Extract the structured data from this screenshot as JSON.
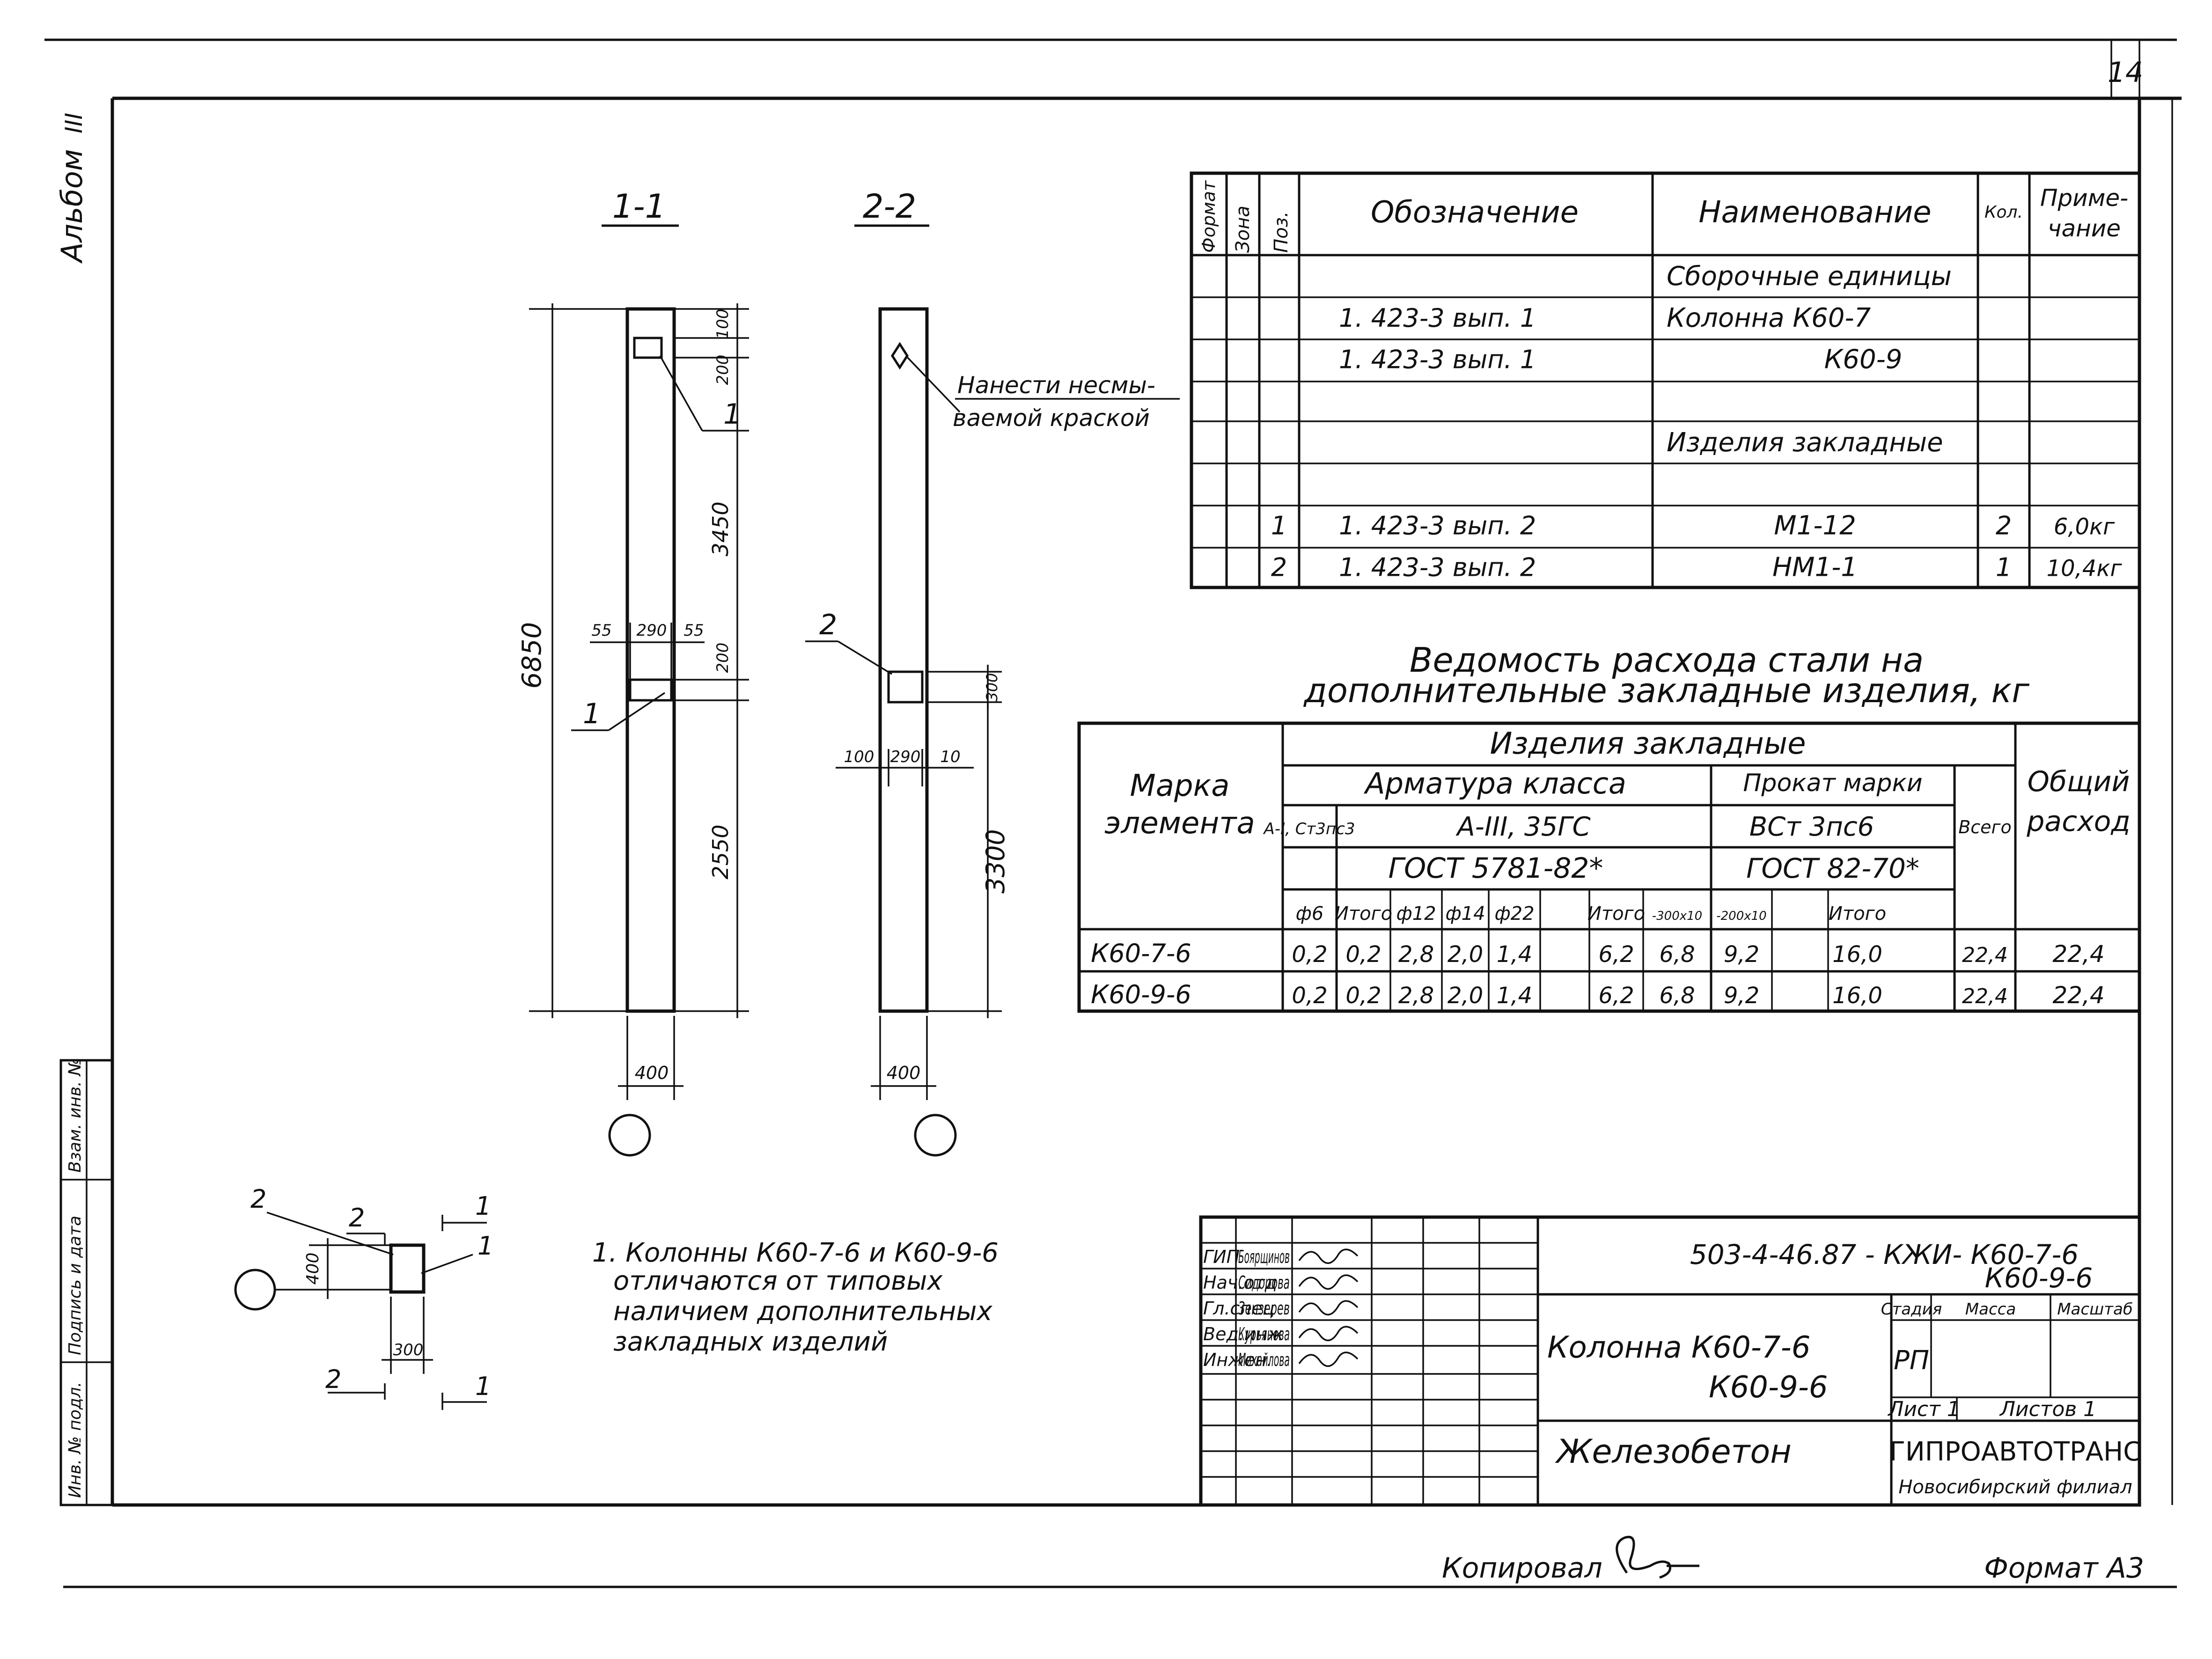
{
  "sheet": {
    "number": "14",
    "album": "Альбом",
    "album_no": "III",
    "copied_label": "Копировал",
    "format_label": "Формат А3"
  },
  "sections": {
    "s1_label": "1-1",
    "s2_label": "2-2",
    "total_height": "6850",
    "s1_dims": [
      "100",
      "200",
      "3450",
      "200",
      "2550"
    ],
    "s1_inner": [
      "55",
      "290",
      "55"
    ],
    "s1_width": "400",
    "s2_height": "3300",
    "s2_box": "300",
    "s2_inner": [
      "100",
      "290",
      "10"
    ],
    "s2_width": "400",
    "pos1": "1",
    "pos2": "2",
    "note_line1": "Нанести несмы-",
    "note_line2": "ваемой краской"
  },
  "plan": {
    "dim_w": "300",
    "dim_h": "400",
    "cut1": "1",
    "cut2": "2",
    "pos1": "1",
    "pos2": "2"
  },
  "notes": [
    "1. Колонны  К60-7-6  и  К60-9-6",
    "отличаются  от  типовых",
    "наличием  дополнительных",
    "закладных  изделий"
  ],
  "spec": {
    "headers": {
      "format": "Формат",
      "zone": "Зона",
      "pos": "Поз.",
      "designation": "Обозначение",
      "name": "Наименование",
      "qty": "Кол.",
      "note_1": "Приме-",
      "note_2": "чание"
    },
    "rows": [
      {
        "pos": "",
        "designation": "",
        "name": "Сборочные единицы",
        "qty": "",
        "note": ""
      },
      {
        "pos": "",
        "designation": "1. 423-3    вып. 1",
        "name": "Колонна  К60-7",
        "qty": "",
        "note": ""
      },
      {
        "pos": "",
        "designation": "1. 423-3    вып. 1",
        "name": "К60-9",
        "qty": "",
        "note": ""
      },
      {
        "pos": "",
        "designation": "",
        "name": "",
        "qty": "",
        "note": ""
      },
      {
        "pos": "",
        "designation": "",
        "name": "Изделия  закладные",
        "qty": "",
        "note": ""
      },
      {
        "pos": "",
        "designation": "",
        "name": "",
        "qty": "",
        "note": ""
      },
      {
        "pos": "1",
        "designation": "1. 423-3    вып. 2",
        "name": "М1-12",
        "qty": "2",
        "note": "6,0кг"
      },
      {
        "pos": "2",
        "designation": "1. 423-3    вып. 2",
        "name": "НМ1-1",
        "qty": "1",
        "note": "10,4кг"
      }
    ]
  },
  "steel": {
    "title_1": "Ведомость  расхода  стали  на",
    "title_2": "дополнительные  закладные  изделия, кг",
    "h_mark_1": "Марка",
    "h_mark_2": "элемента",
    "h_items": "Изделия   закладные",
    "h_rebar": "Арматура  класса",
    "h_rolled": "Прокат  марки",
    "h_cls1": "A-I, Ст3пс3",
    "h_cls2": "А-III, 35ГС",
    "h_vst": "ВСт 3пс6",
    "h_gost1": "ГОСТ  5781-82*",
    "h_gost2": "ГОСТ  82-70*",
    "h_total_all": "Всего",
    "h_general_1": "Общий",
    "h_general_2": "расход",
    "sub_headers": [
      "ф6",
      "Итого",
      "ф12",
      "ф14",
      "ф22",
      "",
      "Итого",
      "-300х10",
      "-200х10",
      "",
      "Итого"
    ],
    "rows": [
      {
        "mark": "К60-7-6",
        "cells": [
          "0,2",
          "0,2",
          "2,8",
          "2,0",
          "1,4",
          "",
          "6,2",
          "6,8",
          "9,2",
          "",
          "16,0"
        ],
        "total": "22,4",
        "general": "22,4"
      },
      {
        "mark": "К60-9-6",
        "cells": [
          "0,2",
          "0,2",
          "2,8",
          "2,0",
          "1,4",
          "",
          "6,2",
          "6,8",
          "9,2",
          "",
          "16,0"
        ],
        "total": "22,4",
        "general": "22,4"
      }
    ]
  },
  "title_block": {
    "code_1": "503-4-46.87 - КЖИ-  К60-7-6",
    "code_2": "К60-9-6",
    "name_1": "Колонна  К60-7-6",
    "name_2": "К60-9-6",
    "material": "Железобетон",
    "stage_label": "Стадия",
    "mass_label": "Масса",
    "scale_label": "Масштаб",
    "stage": "РП",
    "sheet": "Лист 1",
    "sheets": "Листов 1",
    "org_1": "ГИПРОАВТОТРАНС",
    "org_2": "Новосибирский филиал",
    "roles": [
      {
        "role": "ГИП",
        "person": "Боярщинов"
      },
      {
        "role": "Нач.отд",
        "person": "Сидорова"
      },
      {
        "role": "Гл.спец",
        "person": "Зензерев"
      },
      {
        "role": "Вед.инж",
        "person": "Курьянова"
      },
      {
        "role": "Инжен.",
        "person": "Михайлова"
      }
    ]
  },
  "side_stamp": [
    "Инв. № подл.",
    "Подпись и дата",
    "Взам. инв. №"
  ]
}
